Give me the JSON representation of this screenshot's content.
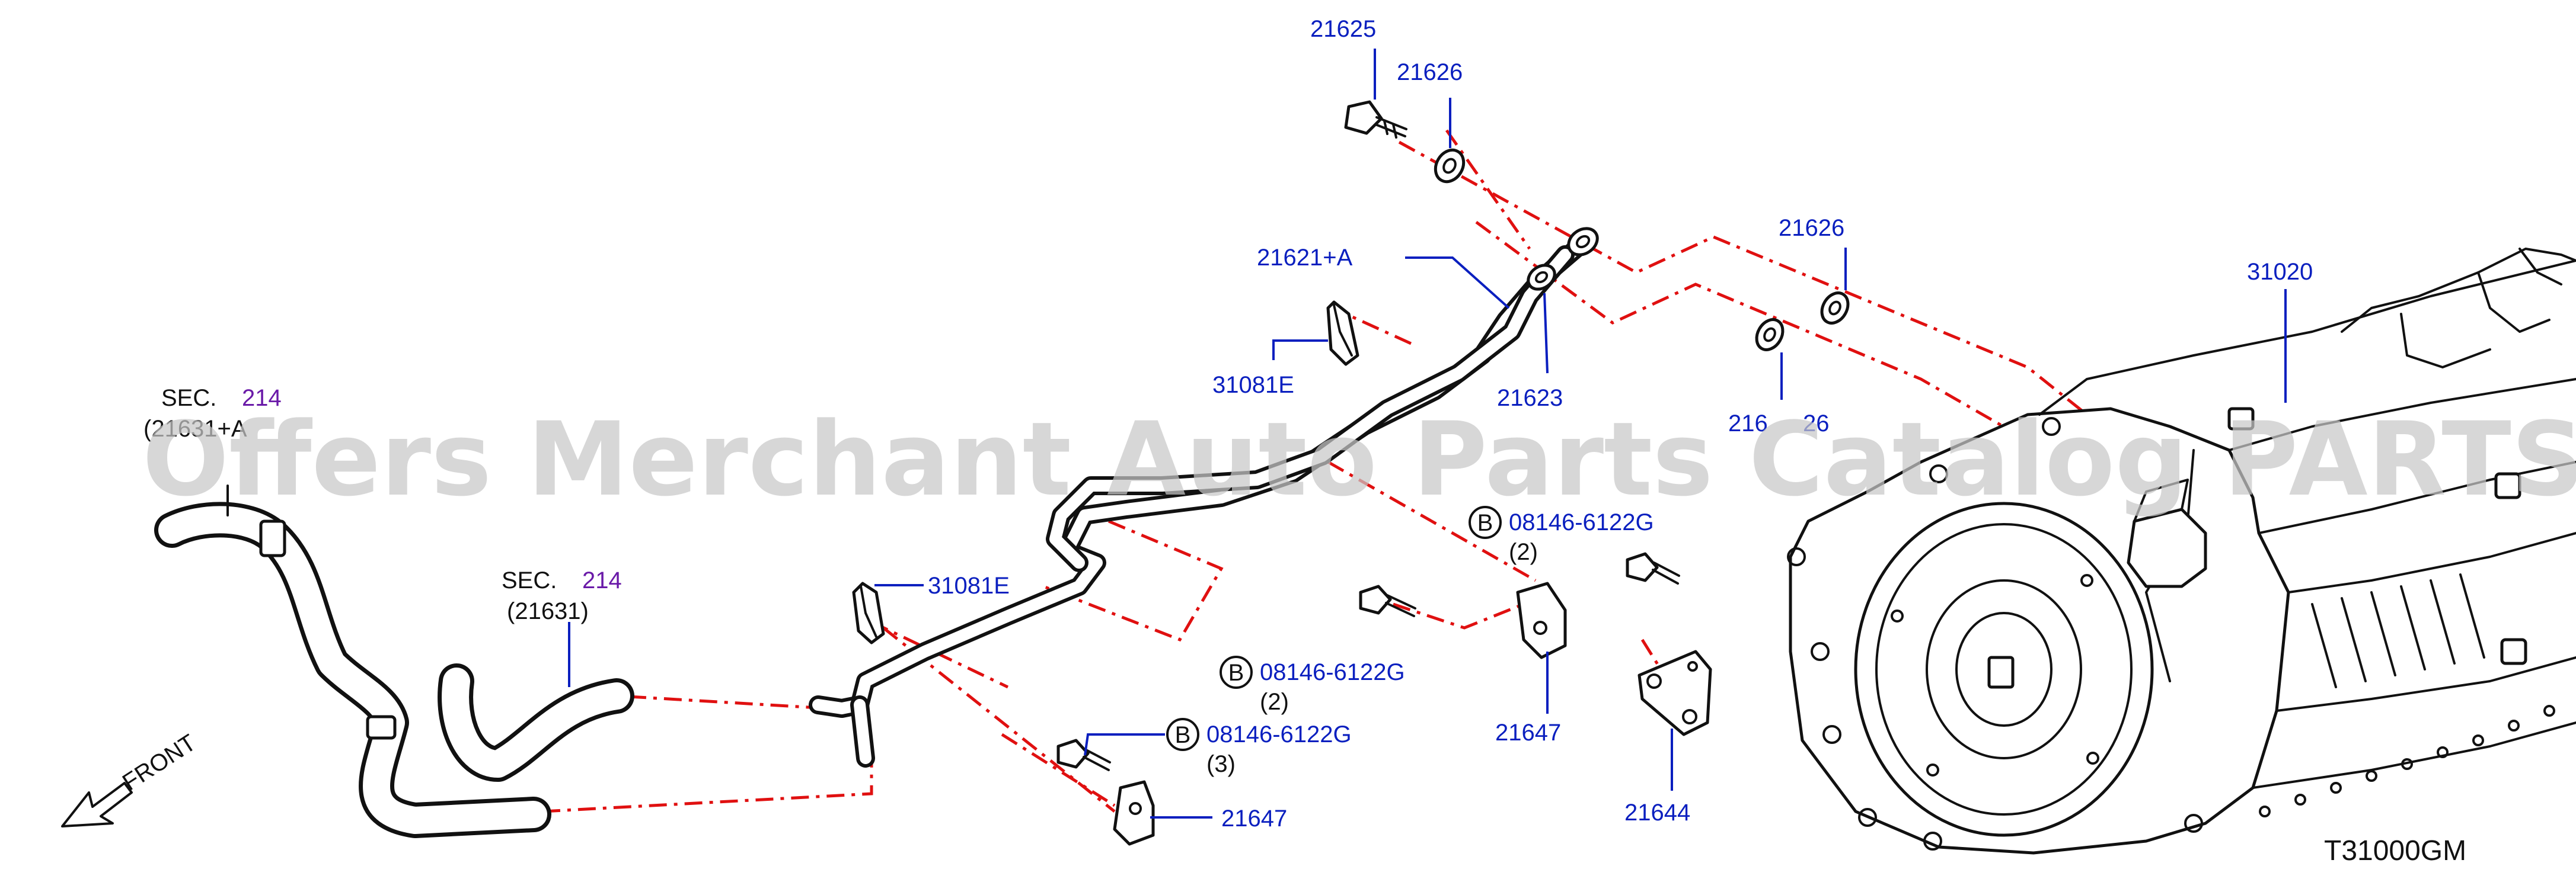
{
  "labels": {
    "p21625": "21625",
    "p21626_top": "21626",
    "p21626_right": "21626",
    "p21626_mid": "216",
    "p21626_mid_tail": "26",
    "p21621a": "21621+A",
    "p21623": "21623",
    "p31081e_top": "31081E",
    "p31081e_mid": "31081E",
    "p31020": "31020",
    "p21647_mid": "21647",
    "p21647_bot": "21647",
    "p21644": "21644",
    "bolt_a": "08146-6122G",
    "bolt_a_qty": "(2)",
    "bolt_b": "08146-6122G",
    "bolt_b_qty": "(2)",
    "bolt_c": "08146-6122G",
    "bolt_c_qty": "(3)",
    "bolt_marker": "B",
    "sec_left_word": "SEC.",
    "sec_left_num": "214",
    "sec_left_ref": "(21631+A",
    "sec_mid_word": "SEC.",
    "sec_mid_num": "214",
    "sec_mid_ref": "(21631)",
    "front": "FRONT",
    "diagram_code": "T31000GM"
  },
  "watermark": "Offers Merchant Auto Parts Catalog PARTSTORE.SA",
  "colors": {
    "label_blue": "#0a1fbf",
    "section_purple": "#6a1aa8",
    "dash_red": "#e01010",
    "linework": "#111111",
    "watermark_gray": "#c8c8c8"
  }
}
